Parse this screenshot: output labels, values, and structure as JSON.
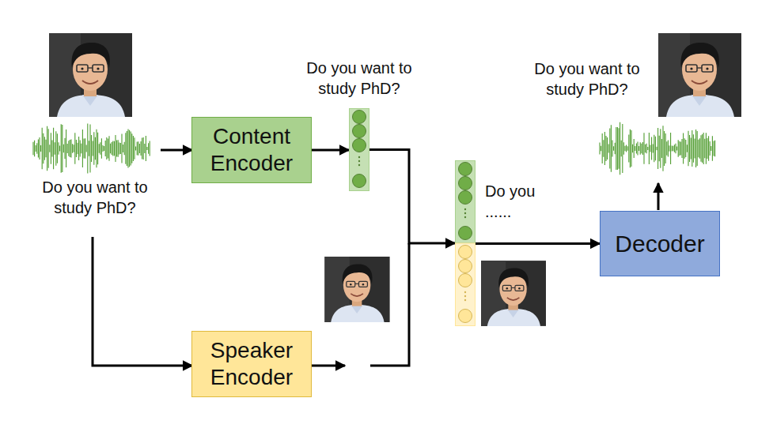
{
  "diagram": {
    "nodes": [
      {
        "text": [
          "Content Encoder"
        ]
      },
      {
        "text": [
          "Do you want to study PhD?"
        ]
      },
      {
        "text": [
          "Speaker Encoder"
        ]
      },
      {
        "text": [
          "Do you ......"
        ]
      },
      {
        "text": [
          "Decoder"
        ]
      }
    ],
    "edges": [
      {
        "from": 0,
        "to": 1,
        "arrow": "to"
      },
      {
        "from": 1,
        "to": 3,
        "arrow": "to"
      },
      {
        "from": 3,
        "to": 4,
        "arrow": "to"
      }
    ],
    "labels": [
      "Do you want to study PhD?",
      "Do you want to study PhD?"
    ]
  }
}
